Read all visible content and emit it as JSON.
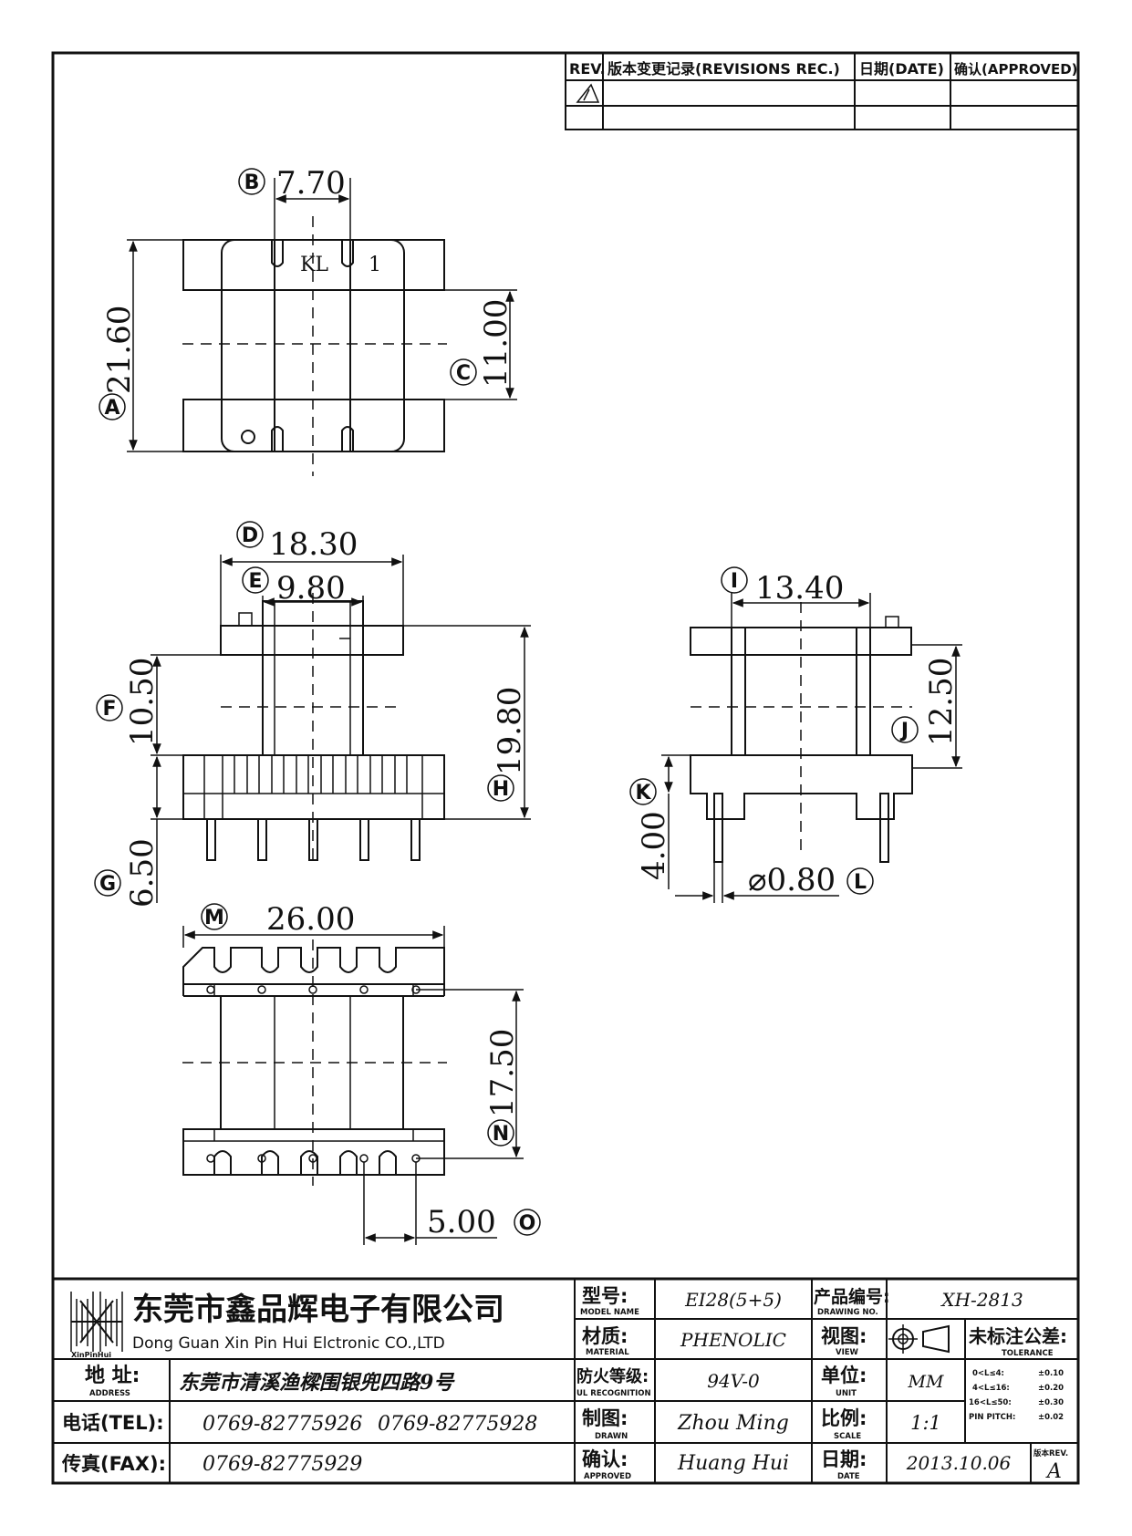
{
  "revision_table": {
    "h_rev": "REV.",
    "h_records": "版本变更记录(REVISIONS REC.)",
    "h_date": "日期(DATE)",
    "h_approved": "确认(APPROVED)"
  },
  "top_view": {
    "mark_text": "KL",
    "pin_one": "1",
    "dim_B": {
      "letter": "B",
      "value": "7.70"
    },
    "dim_A": {
      "letter": "A",
      "value": "21.60"
    },
    "dim_C": {
      "letter": "C",
      "value": "11.00"
    }
  },
  "front_view": {
    "dim_D": {
      "letter": "D",
      "value": "18.30"
    },
    "dim_E": {
      "letter": "E",
      "value": "9.80"
    },
    "dim_F": {
      "letter": "F",
      "value": "10.50"
    },
    "dim_G": {
      "letter": "G",
      "value": "6.50"
    },
    "dim_H": {
      "letter": "H",
      "value": "19.80"
    }
  },
  "side_view": {
    "dim_I": {
      "letter": "I",
      "value": "13.40"
    },
    "dim_J": {
      "letter": "J",
      "value": "12.50"
    },
    "dim_K": {
      "letter": "K",
      "value": "4.00"
    },
    "dim_L": {
      "letter": "L",
      "value": "⌀0.80"
    }
  },
  "bottom_view": {
    "dim_M": {
      "letter": "M",
      "value": "26.00"
    },
    "dim_N": {
      "letter": "N",
      "value": "17.50"
    },
    "dim_O": {
      "letter": "O",
      "value": "5.00"
    }
  },
  "title_block": {
    "logo_text": "XinPinHui",
    "company_cn": "东莞市鑫品辉电子有限公司",
    "company_en": "Dong Guan Xin Pin Hui Elctronic CO.,LTD",
    "address_label": "地 址:",
    "address_label_en": "ADDRESS",
    "address_value": "东莞市清溪渔樑围银兜四路9号",
    "tel_label": "电话(TEL):",
    "tel_value1": "0769-82775926",
    "tel_value2": "0769-82775928",
    "fax_label": "传真(FAX):",
    "fax_value": "0769-82775929",
    "model_label": "型号:",
    "model_label_en": "MODEL NAME",
    "model_value": "EI28(5+5)",
    "material_label": "材质:",
    "material_label_en": "MATERIAL",
    "material_value": "PHENOLIC",
    "fire_label": "防火等级:",
    "fire_label_en": "UL RECOGNITION",
    "fire_value": "94V-0",
    "drawn_label": "制图:",
    "drawn_label_en": "DRAWN",
    "drawn_value": "Zhou Ming",
    "approved_label": "确认:",
    "approved_label_en": "APPROVED",
    "approved_value": "Huang Hui",
    "drawing_no_label": "产品编号:",
    "drawing_no_label_en": "DRAWING NO.",
    "drawing_no_value": "XH-2813",
    "view_label": "视图:",
    "view_label_en": "VIEW",
    "unit_label": "单位:",
    "unit_label_en": "UNIT",
    "unit_value": "MM",
    "scale_label": "比例:",
    "scale_label_en": "SCALE",
    "scale_value": "1:1",
    "date_label": "日期:",
    "date_label_en": "DATE",
    "date_value": "2013.10.06",
    "tolerance_title": "未标注公差:",
    "tolerance_title_en": "TOLERANCE",
    "tol_r1_l": "0<L≤4:",
    "tol_r1_v": "±0.10",
    "tol_r2_l": "4<L≤16:",
    "tol_r2_v": "±0.20",
    "tol_r3_l": "16<L≤50:",
    "tol_r3_v": "±0.30",
    "tol_r4_l": "PIN PITCH:",
    "tol_r4_v": "±0.02",
    "rev_label": "版本REV.",
    "rev_value": "A"
  }
}
